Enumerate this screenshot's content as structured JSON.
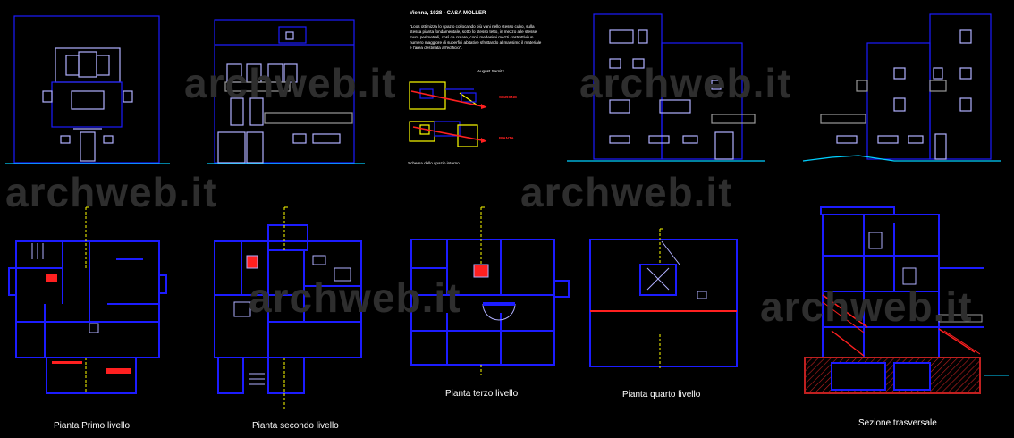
{
  "watermark": {
    "text": "archweb.it"
  },
  "note": {
    "title": "Vienna, 1928 - CASA MOLLER",
    "body": "\"Loos ottimizza lo spazio collocando più vani nello stesso cubo, sulla stessa pianta fondamentale, sotto lo stesso tetto, in mezzo alle stesse mura perimetrali, così da creare, con i medesimi mezzi costruttivi un numero maggiore di superfici abitative sfruttando al massimo il materiale e l'area destinata all'edificio\".",
    "author": "August Sarnitz",
    "label_section": "SEZIONE",
    "label_plan": "PIANTA",
    "caption": "Schema dello spazio interno"
  },
  "labels": {
    "plan1": "Pianta Primo livello",
    "plan2": "Pianta secondo livello",
    "plan3": "Pianta terzo  livello",
    "plan4": "Pianta quarto livello",
    "section": "Sezione trasversale"
  },
  "colors": {
    "background": "#000000",
    "outline": "#1c1cff",
    "window": "#b0b0ff",
    "ground": "#00d0ff",
    "stair": "#ff2020",
    "axis": "#ffff00",
    "hatch": "#c02020",
    "grey": "#9a9a9a"
  }
}
